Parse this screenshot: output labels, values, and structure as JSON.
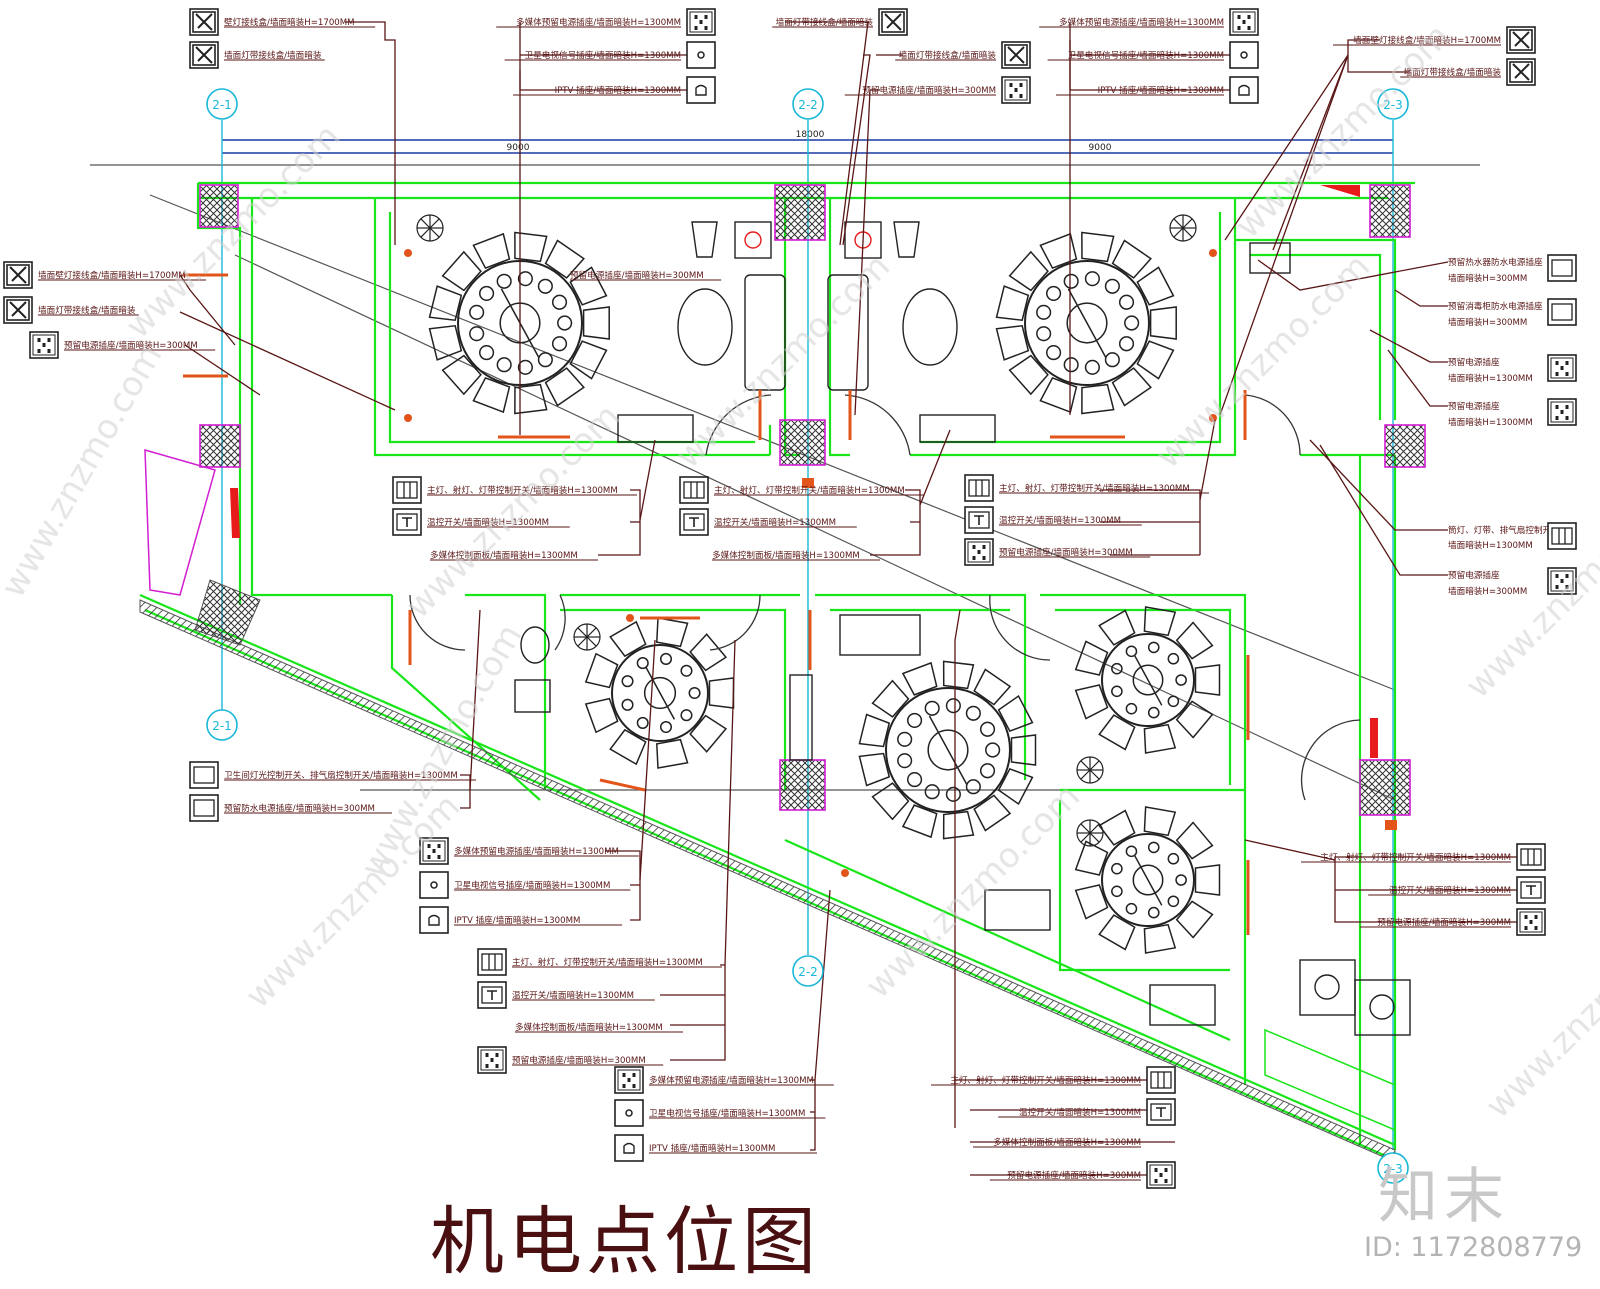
{
  "title": "机电点位图",
  "logo": "知末",
  "id_text": "ID: 1172808779",
  "watermark": "www.znzmo.com",
  "colors": {
    "wall_green": "#19e619",
    "hatch": "#303030",
    "callout": "#5a1616",
    "cyan": "#00b4d8",
    "magenta": "#d21ed2",
    "red": "#e81b1b",
    "orange": "#e2541a",
    "dark": "#202020"
  },
  "axes": [
    {
      "id": "top-2-1",
      "label": "2-1"
    },
    {
      "id": "top-2-2",
      "label": "2-2"
    },
    {
      "id": "top-2-3",
      "label": "2-3"
    },
    {
      "id": "bottom-2-1",
      "label": "2-1"
    },
    {
      "id": "bottom-2-2",
      "label": "2-2"
    },
    {
      "id": "bottom-2-3",
      "label": "2-3"
    }
  ],
  "dimensions": {
    "total": "18000",
    "left": "9000",
    "right": "9000"
  },
  "callouts": [
    {
      "id": "a1",
      "text": "壁灯接线盒/墙面暗装H=1700MM",
      "icon": "lamp"
    },
    {
      "id": "a2",
      "text": "墙面灯带接线盒/墙面暗装",
      "icon": "lamp"
    },
    {
      "id": "b1",
      "text": "多媒体预留电源插座/墙面暗装H=1300MM",
      "icon": "socket"
    },
    {
      "id": "b2",
      "text": "卫星电视信号插座/墙面暗装H=1300MM",
      "icon": "tv"
    },
    {
      "id": "b3",
      "text": "IPTV 插座/墙面暗装H=1300MM",
      "icon": "iptv"
    },
    {
      "id": "c1",
      "text": "墙面灯带接线盒/墙面暗装",
      "icon": "lamp"
    },
    {
      "id": "c2",
      "text": "墙面灯带接线盒/墙面暗装",
      "icon": "lamp"
    },
    {
      "id": "c3",
      "text": "预留电源插座/墙面暗装H=300MM",
      "icon": "socket"
    },
    {
      "id": "d1",
      "text": "多媒体预留电源插座/墙面暗装H=1300MM",
      "icon": "socket"
    },
    {
      "id": "d2",
      "text": "卫星电视信号插座/墙面暗装H=1300MM",
      "icon": "tv"
    },
    {
      "id": "d3",
      "text": "IPTV 插座/墙面暗装H=1300MM",
      "icon": "iptv"
    },
    {
      "id": "e1",
      "text": "墙面壁灯接线盒/墙面暗装H=1700MM",
      "icon": "lamp"
    },
    {
      "id": "e2",
      "text": "墙面灯带接线盒/墙面暗装",
      "icon": "lamp"
    },
    {
      "id": "f1",
      "text": "墙面壁灯接线盒/墙面暗装H=1700MM",
      "icon": "lamp"
    },
    {
      "id": "f2",
      "text": "墙面灯带接线盒/墙面暗装",
      "icon": "lamp"
    },
    {
      "id": "f3",
      "text": "预留电源插座/墙面暗装H=300MM",
      "icon": "socket"
    },
    {
      "id": "g1",
      "text": "预留电源插座/墙面暗装H=300MM",
      "icon": "none"
    },
    {
      "id": "h1",
      "text": "预留热水器防水电源插座",
      "icon": "blank"
    },
    {
      "id": "h1b",
      "text": "墙面暗装H=300MM",
      "icon": "none"
    },
    {
      "id": "h2",
      "text": "预留消毒柜防水电源插座",
      "icon": "blank"
    },
    {
      "id": "h2b",
      "text": "墙面暗装H=300MM",
      "icon": "none"
    },
    {
      "id": "h3",
      "text": "预留电源插座",
      "icon": "socket"
    },
    {
      "id": "h3b",
      "text": "墙面暗装H=1300MM",
      "icon": "none"
    },
    {
      "id": "h4",
      "text": "预留电源插座",
      "icon": "socket"
    },
    {
      "id": "h4b",
      "text": "墙面暗装H=1300MM",
      "icon": "none"
    },
    {
      "id": "h5",
      "text": "筒灯、灯带、排气扇控制开关",
      "icon": "switch3"
    },
    {
      "id": "h5b",
      "text": "墙面暗装H=1300MM",
      "icon": "none"
    },
    {
      "id": "h6",
      "text": "预留电源插座",
      "icon": "socket"
    },
    {
      "id": "h6b",
      "text": "墙面暗装H=300MM",
      "icon": "none"
    },
    {
      "id": "i1",
      "text": "主灯、射灯、灯带控制开关/墙面暗装H=1300MM",
      "icon": "switch3"
    },
    {
      "id": "i2",
      "text": "温控开关/墙面暗装H=1300MM",
      "icon": "thermo"
    },
    {
      "id": "i3",
      "text": "多媒体控制面板/墙面暗装H=1300MM",
      "icon": "none"
    },
    {
      "id": "j1",
      "text": "主灯、射灯、灯带控制开关/墙面暗装H=1300MM",
      "icon": "switch3"
    },
    {
      "id": "j2",
      "text": "温控开关/墙面暗装H=1300MM",
      "icon": "thermo"
    },
    {
      "id": "j3",
      "text": "多媒体控制面板/墙面暗装H=1300MM",
      "icon": "none"
    },
    {
      "id": "k1",
      "text": "主灯、射灯、灯带控制开关/墙面暗装H=1300MM",
      "icon": "switch3"
    },
    {
      "id": "k2",
      "text": "温控开关/墙面暗装H=1300MM",
      "icon": "thermo"
    },
    {
      "id": "k3",
      "text": "预留电源插座/墙面暗装H=300MM",
      "icon": "socket"
    },
    {
      "id": "l1",
      "text": "卫生间灯光控制开关、排气扇控制开关/墙面暗装H=1300MM",
      "icon": "blank"
    },
    {
      "id": "l2",
      "text": "预留防水电源插座/墙面暗装H=300MM",
      "icon": "blank"
    },
    {
      "id": "m1",
      "text": "多媒体预留电源插座/墙面暗装H=1300MM",
      "icon": "socket"
    },
    {
      "id": "m2",
      "text": "卫星电视信号插座/墙面暗装H=1300MM",
      "icon": "tv"
    },
    {
      "id": "m3",
      "text": "IPTV 插座/墙面暗装H=1300MM",
      "icon": "iptv"
    },
    {
      "id": "n1",
      "text": "主灯、射灯、灯带控制开关/墙面暗装H=1300MM",
      "icon": "switch3"
    },
    {
      "id": "n2",
      "text": "温控开关/墙面暗装H=1300MM",
      "icon": "thermo"
    },
    {
      "id": "n3",
      "text": "多媒体控制面板/墙面暗装H=1300MM",
      "icon": "none"
    },
    {
      "id": "n4",
      "text": "预留电源插座/墙面暗装H=300MM",
      "icon": "socket"
    },
    {
      "id": "o1",
      "text": "多媒体预留电源插座/墙面暗装H=1300MM",
      "icon": "socket"
    },
    {
      "id": "o2",
      "text": "卫星电视信号插座/墙面暗装H=1300MM",
      "icon": "tv"
    },
    {
      "id": "o3",
      "text": "IPTV 插座/墙面暗装H=1300MM",
      "icon": "iptv"
    },
    {
      "id": "p1",
      "text": "主灯、射灯、灯带控制开关/墙面暗装H=1300MM",
      "icon": "switch3"
    },
    {
      "id": "p2",
      "text": "温控开关/墙面暗装H=1300MM",
      "icon": "thermo"
    },
    {
      "id": "p3",
      "text": "多媒体控制面板/墙面暗装H=1300MM",
      "icon": "none"
    },
    {
      "id": "p4",
      "text": "预留电源插座/墙面暗装H=300MM",
      "icon": "socket"
    },
    {
      "id": "q1",
      "text": "主灯、射灯、灯带控制开关/墙面暗装H=1300MM",
      "icon": "switch3"
    },
    {
      "id": "q2",
      "text": "温控开关/墙面暗装H=1300MM",
      "icon": "thermo"
    },
    {
      "id": "q3",
      "text": "预留电源插座/墙面暗装H=300MM",
      "icon": "socket"
    }
  ]
}
